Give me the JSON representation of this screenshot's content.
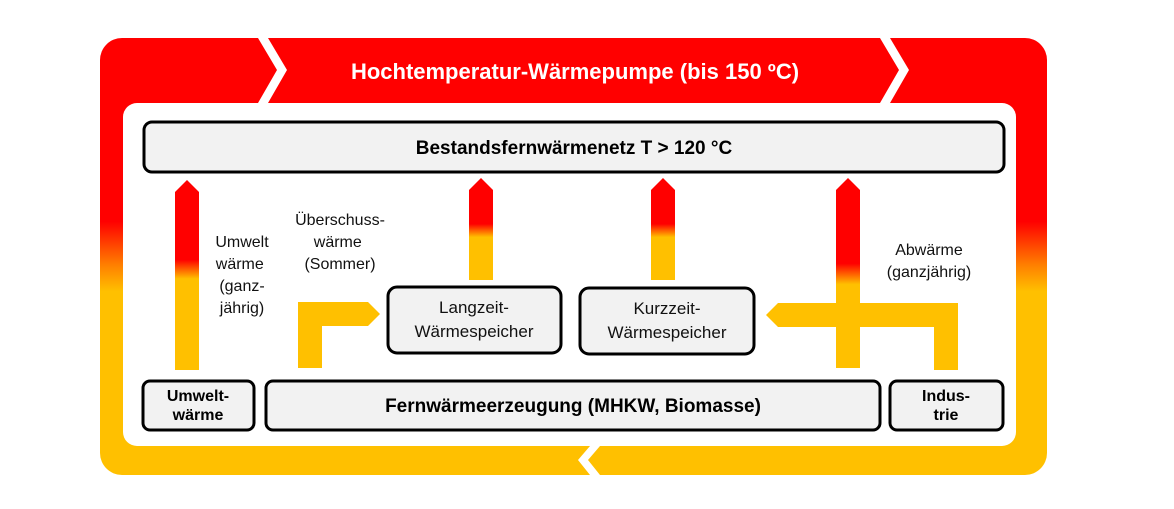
{
  "title": "Hochtemperatur-Wärmepumpe (bis 150 ºC)",
  "boxes": {
    "network": "Bestandsfernwärmenetz T > 120 °C",
    "ambient": [
      "Umwelt-",
      "wärme"
    ],
    "production": "Fernwärmeerzeugung (MHKW, Biomasse)",
    "industry": [
      "Indus-",
      "trie"
    ],
    "longterm_storage": [
      "Langzeit-",
      "Wärmespeicher"
    ],
    "shortterm_storage": [
      "Kurzzeit-",
      "Wärmespeicher"
    ]
  },
  "labels": {
    "ambient_heat": [
      "Umwelt",
      "wärme",
      "(ganz-",
      "jährig)"
    ],
    "surplus_heat": [
      "Überschuss-",
      "wärme",
      "(Sommer)"
    ],
    "waste_heat": [
      "Abwärme",
      "(ganzjährig)"
    ]
  },
  "colors": {
    "hot": "#ff0000",
    "warm": "#ffc000",
    "box_fill": "#f2f2f2"
  }
}
